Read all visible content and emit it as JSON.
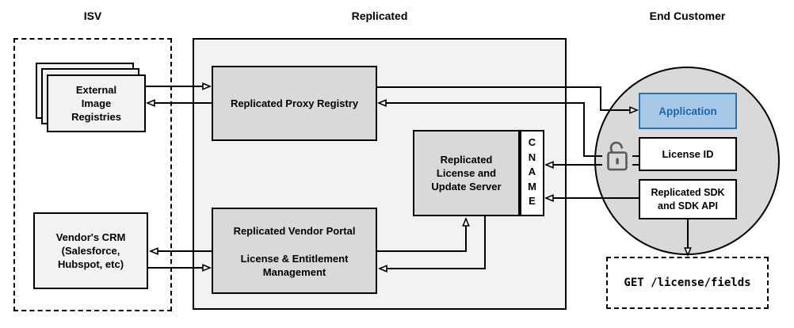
{
  "headers": {
    "isv": "ISV",
    "replicated": "Replicated",
    "end_customer": "End Customer"
  },
  "isv": {
    "registries": {
      "line1": "External",
      "line2": "Image",
      "line3": "Registries"
    },
    "crm": {
      "line1": "Vendor's CRM",
      "line2": "(Salesforce,",
      "line3": "Hubspot, etc)"
    }
  },
  "replicated": {
    "proxy_registry": {
      "label": "Replicated Proxy Registry"
    },
    "license_server": {
      "line1": "Replicated",
      "line2": "License and",
      "line3": "Update Server"
    },
    "cname": {
      "l1": "C",
      "l2": "N",
      "l3": "A",
      "l4": "M",
      "l5": "E"
    },
    "vendor_portal": {
      "title": "Replicated Vendor Portal",
      "line1": "License & Entitlement",
      "line2": "Management"
    }
  },
  "end_customer": {
    "application": {
      "label": "Application"
    },
    "license_id": {
      "label": "License ID"
    },
    "sdk": {
      "line1": "Replicated SDK",
      "line2": "and SDK API"
    },
    "get_request": {
      "label": "GET /license/fields"
    }
  },
  "icons": {
    "unlock": "open-padlock"
  },
  "colors": {
    "container_fill": "#f2f2f2",
    "node_fill": "#d9d9d9",
    "application_fill": "#a8c8e8",
    "application_border": "#2673ae",
    "application_text": "#1a68a8",
    "lock_stroke": "#595959",
    "line": "#000000"
  }
}
